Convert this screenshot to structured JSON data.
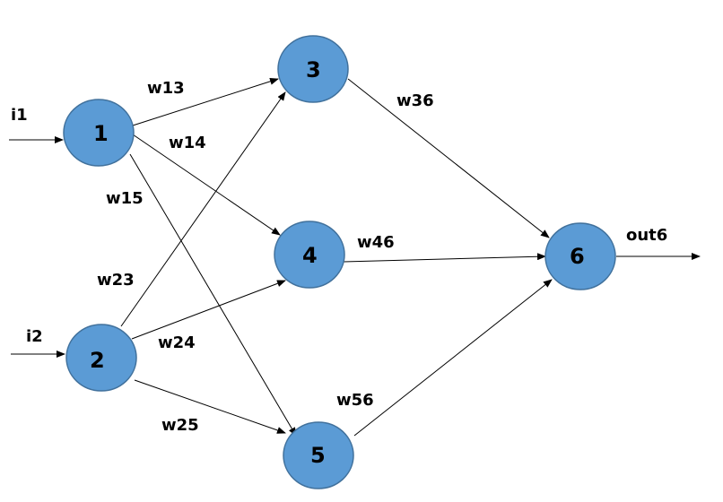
{
  "nodes": [
    {
      "id": "1",
      "label": "1"
    },
    {
      "id": "2",
      "label": "2"
    },
    {
      "id": "3",
      "label": "3"
    },
    {
      "id": "4",
      "label": "4"
    },
    {
      "id": "5",
      "label": "5"
    },
    {
      "id": "6",
      "label": "6"
    }
  ],
  "inputs": [
    {
      "label": "i1",
      "to": "1"
    },
    {
      "label": "i2",
      "to": "2"
    }
  ],
  "edges": [
    {
      "from": "1",
      "to": "3",
      "label": "w13"
    },
    {
      "from": "1",
      "to": "4",
      "label": "w14"
    },
    {
      "from": "1",
      "to": "5",
      "label": "w15"
    },
    {
      "from": "2",
      "to": "3",
      "label": "w23"
    },
    {
      "from": "2",
      "to": "4",
      "label": "w24"
    },
    {
      "from": "2",
      "to": "5",
      "label": "w25"
    },
    {
      "from": "3",
      "to": "6",
      "label": "w36"
    },
    {
      "from": "4",
      "to": "6",
      "label": "w46"
    },
    {
      "from": "5",
      "to": "6",
      "label": "w56"
    }
  ],
  "output": {
    "label": "out6",
    "from": "6"
  },
  "colors": {
    "node_fill": "#5b9bd5",
    "node_stroke": "#41719c",
    "line": "#000000"
  }
}
